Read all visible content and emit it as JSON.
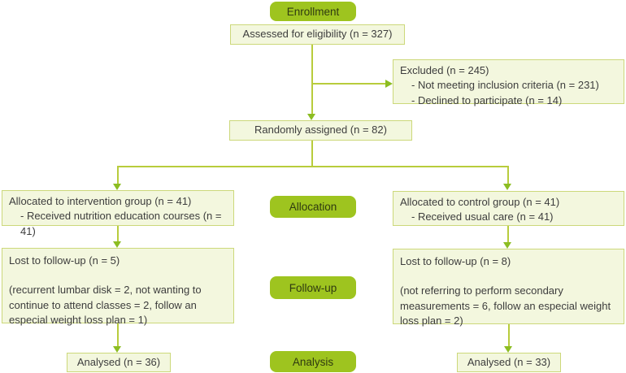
{
  "colors": {
    "badge": "#9ec41f",
    "box_fill": "#f3f7de",
    "box_border": "#ccd87a",
    "line": "#b8cc3c",
    "arrow": "#8cbd22",
    "text": "#3d3d3d",
    "badge_text": "#2f3a10"
  },
  "badges": {
    "enrollment": "Enrollment",
    "allocation": "Allocation",
    "follow_up": "Follow-up",
    "analysis": "Analysis"
  },
  "boxes": {
    "assessed": "Assessed for eligibility (n = 327)",
    "excluded": {
      "title": "Excluded (n = 245)",
      "items": [
        "- Not meeting inclusion criteria (n = 231)",
        "- Declined to participate (n = 14)"
      ]
    },
    "randomized": "Randomly assigned (n = 82)",
    "alloc_left": {
      "title": "Allocated to intervention group (n = 41)",
      "items": [
        "- Received nutrition education courses (n = 41)"
      ]
    },
    "alloc_right": {
      "title": "Allocated to control group (n = 41)",
      "items": [
        "- Received usual care (n = 41)"
      ]
    },
    "fu_left": {
      "title": "Lost to follow-up (n = 5)",
      "detail": "(recurrent lumbar disk = 2, not wanting to continue to attend classes = 2, follow an especial weight loss plan = 1)"
    },
    "fu_right": {
      "title": "Lost to follow-up (n = 8)",
      "detail": "(not referring to perform secondary measurements = 6, follow an especial weight loss plan = 2)"
    },
    "analysed_left": "Analysed (n = 36)",
    "analysed_right": "Analysed (n = 33)"
  }
}
